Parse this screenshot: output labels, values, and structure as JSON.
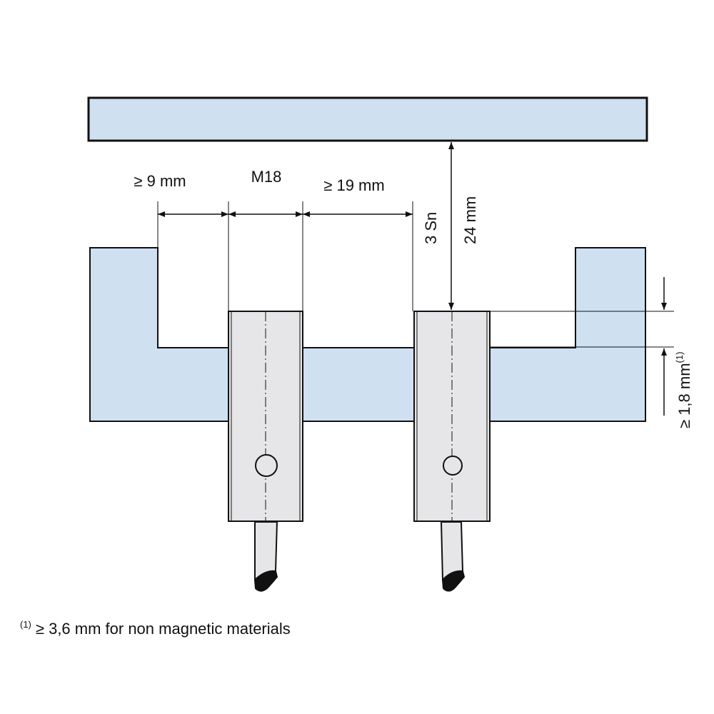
{
  "labels": {
    "gap_left": "≥ 9 mm",
    "thread": "M18",
    "gap_between": "≥ 19 mm",
    "sensing_distance": "3 Sn",
    "target_distance": "24 mm",
    "min_protrusion": "≥ 1,8 mm",
    "min_protrusion_ref": "(1)"
  },
  "footnote": {
    "ref": "(1)",
    "text": "≥ 3,6 mm for non magnetic materials"
  },
  "colors": {
    "fill_blue": "#cfe0f1",
    "sensor_body": "#e6e6e8",
    "stroke": "#111111",
    "cable_end": "#111111"
  }
}
